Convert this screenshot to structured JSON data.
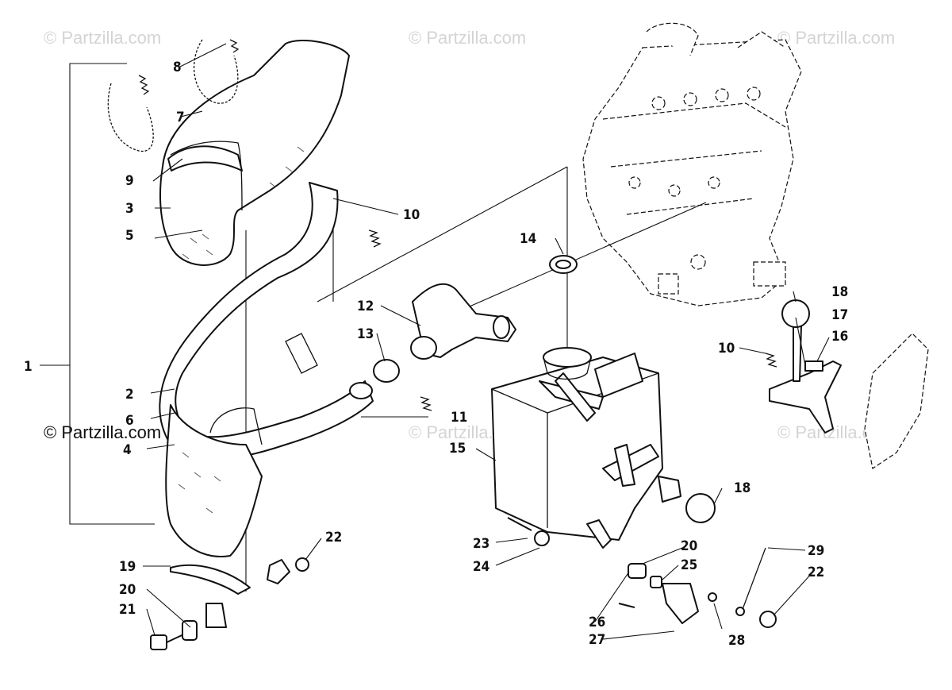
{
  "watermarks": [
    "© Partzilla.com",
    "© Partzilla.com",
    "© Partzilla.com",
    "© Partzilla.com",
    "© Partzilla.com"
  ],
  "corner_watermark": "© Partzilla.com",
  "callouts": [
    "1",
    "2",
    "3",
    "4",
    "5",
    "6",
    "7",
    "8",
    "9",
    "10",
    "10",
    "11",
    "12",
    "13",
    "14",
    "15",
    "16",
    "17",
    "18",
    "18",
    "19",
    "20",
    "20",
    "21",
    "22",
    "22",
    "23",
    "24",
    "25",
    "26",
    "27",
    "28",
    "29"
  ]
}
